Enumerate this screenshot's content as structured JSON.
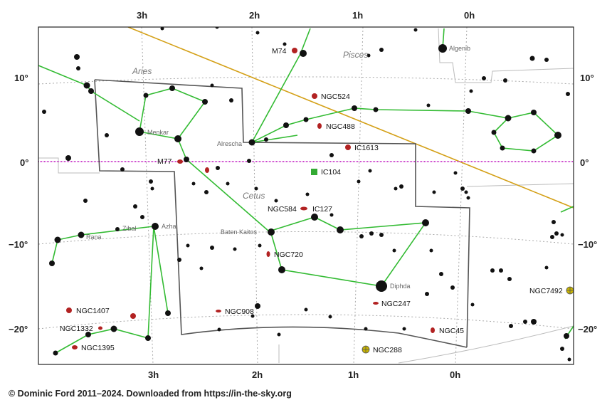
{
  "ra_labels": [
    "3h",
    "2h",
    "1h",
    "0h"
  ],
  "dec_labels": [
    "10°",
    "0°",
    "−10°",
    "−20°"
  ],
  "constellations": [
    "Aries",
    "Pisces",
    "Cetus"
  ],
  "star_names": [
    "Algenib",
    "Menkar",
    "Alrescha",
    "Baten Kaitos",
    "Diphda",
    "Zibal",
    "Azha",
    "Rana"
  ],
  "objects": [
    "M74",
    "NGC524",
    "NGC488",
    "IC1613",
    "IC104",
    "M77",
    "NGC584",
    "IC127",
    "NGC720",
    "NGC247",
    "NGC7492",
    "NGC1407",
    "NGC908",
    "NGC1332",
    "NGC45",
    "NGC1395",
    "NGC288"
  ],
  "credit": "© Dominic Ford 2011–2024. Downloaded from https://in-the-sky.org",
  "colors": {
    "constellation_lines": "#33bb33",
    "boundaries": "#555555",
    "ecliptic": "#d4a017",
    "celestial_equator": "#cc44cc",
    "galaxy": "#b22222",
    "cluster": "#c8b400",
    "nebula": "#33aa33"
  }
}
